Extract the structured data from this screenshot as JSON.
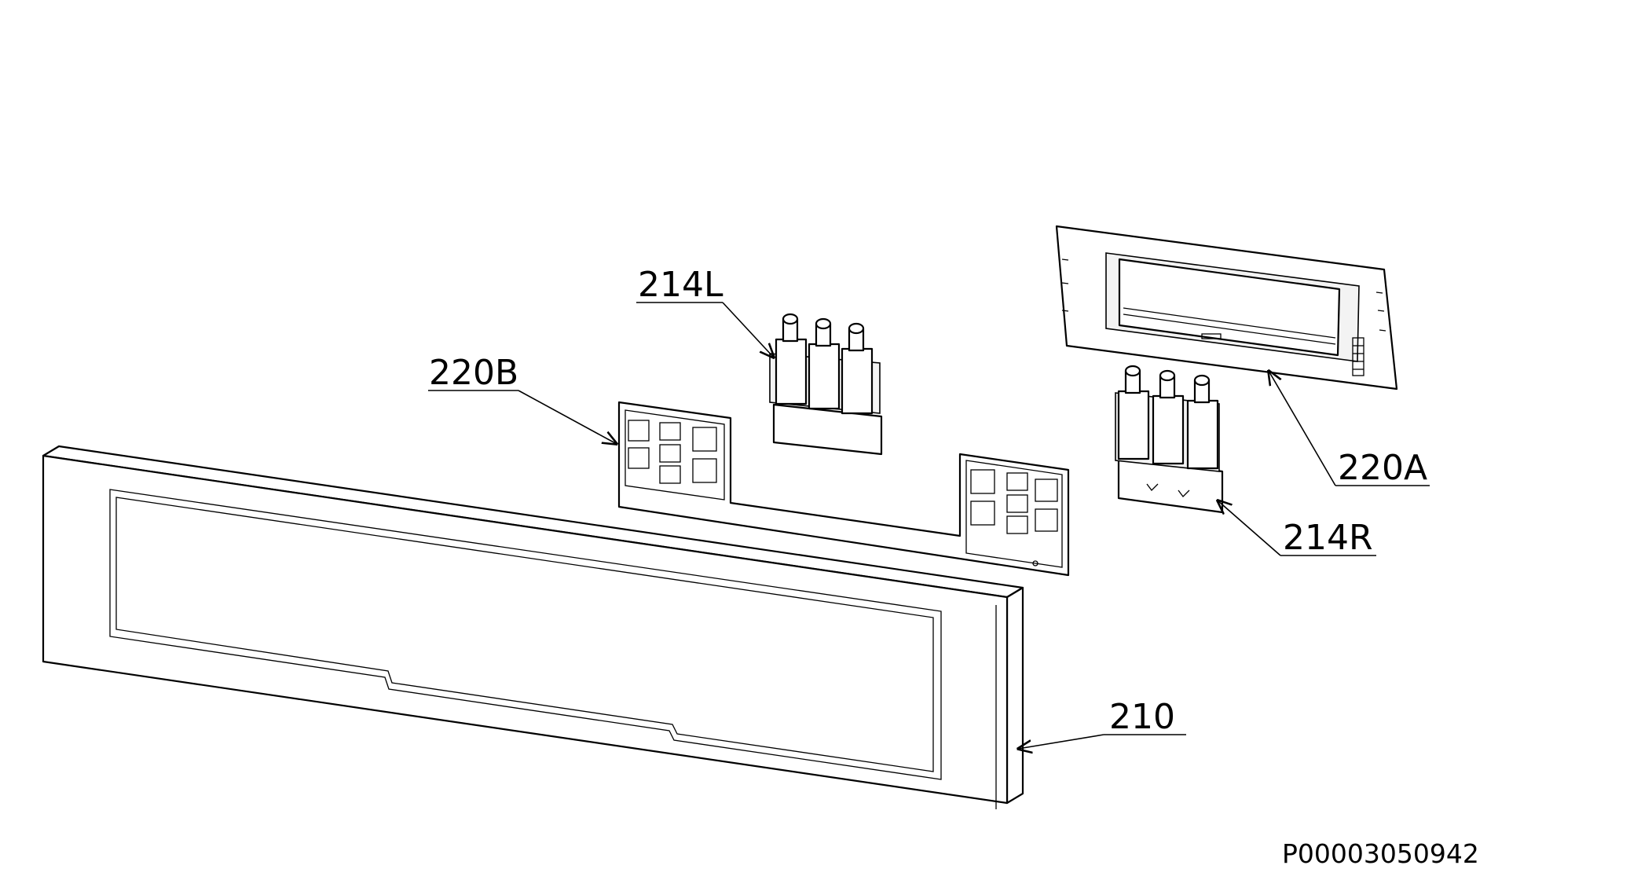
{
  "diagram": {
    "callouts": {
      "c_214L": "214L",
      "c_220B": "220B",
      "c_220A": "220A",
      "c_214R": "214R",
      "c_210": "210"
    },
    "document_id": "P00003050942",
    "line_color": "#000000",
    "background": "#ffffff"
  }
}
